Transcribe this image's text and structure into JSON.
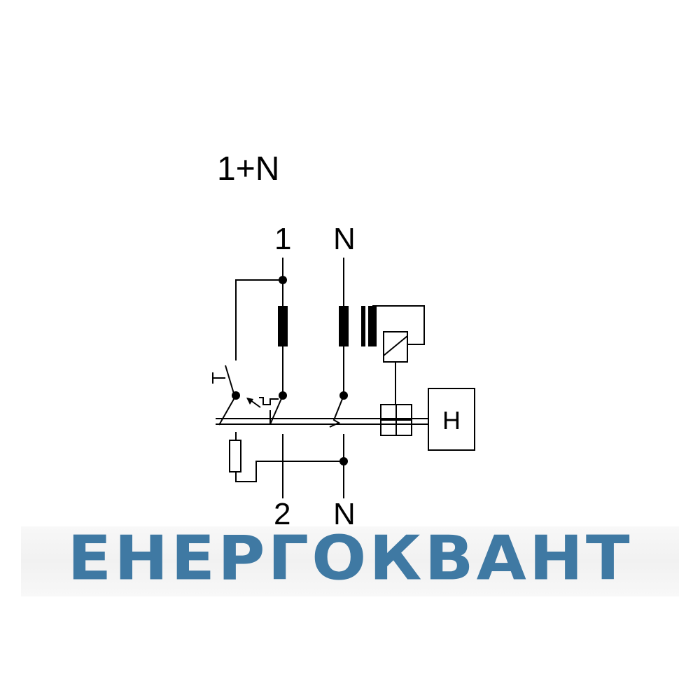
{
  "diagram": {
    "title": "1+N",
    "terminals": {
      "top_phase": "1",
      "top_neutral": "N",
      "bottom_phase": "2",
      "bottom_neutral": "N"
    },
    "box_label": "H",
    "line_color": "#000000"
  },
  "logo": {
    "text": "ЕНЕРГОКВАНТ",
    "color": "#3f79a3"
  }
}
